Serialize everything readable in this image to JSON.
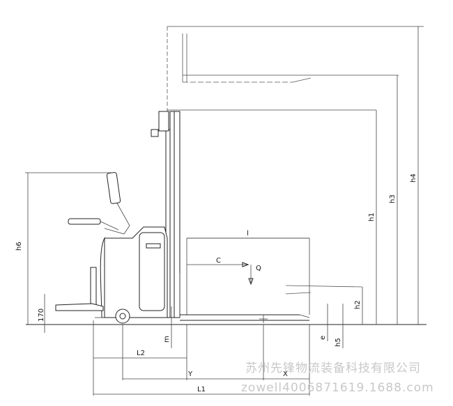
{
  "dimensions": {
    "h6": "h6",
    "h1": "h1",
    "h3": "h3",
    "h4": "h4",
    "h2": "h2",
    "h5": "h5",
    "e": "e",
    "m": "m",
    "l": "l",
    "c": "C",
    "q": "Q",
    "l2": "L2",
    "y": "Y",
    "x": "X",
    "l1": "L1",
    "d170": "170"
  },
  "watermark": {
    "company": "苏州先锋物流装备科技有限公司",
    "contact": "zowell4006871619.1688.com"
  }
}
